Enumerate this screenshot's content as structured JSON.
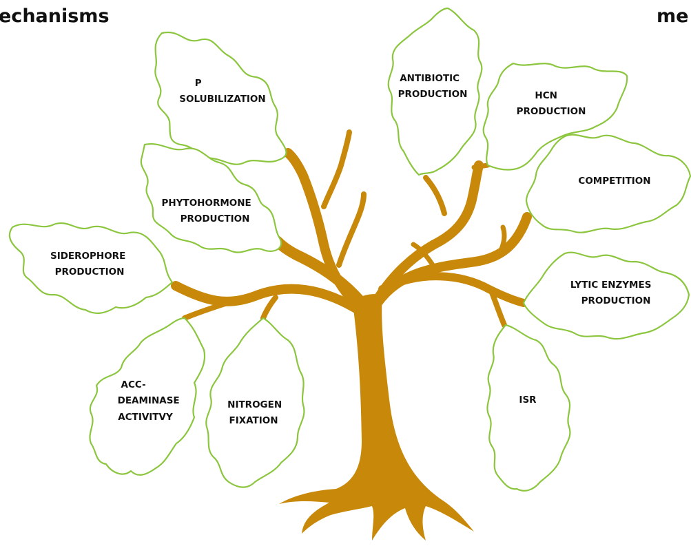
{
  "headings": {
    "left": "echanisms",
    "right": "me"
  },
  "colors": {
    "trunk": "#c8890a",
    "leaf_outline": "#8cc63f",
    "text": "#111111"
  },
  "leaves": {
    "p_solubilization": {
      "lines": [
        "P",
        "SOLUBILIZATION"
      ]
    },
    "phytohormone": {
      "lines": [
        "PHYTOHORMONE",
        "PRODUCTION"
      ]
    },
    "siderophore": {
      "lines": [
        "SIDEROPHORE",
        "PRODUCTION"
      ]
    },
    "acc_deaminase": {
      "lines": [
        "ACC-",
        "DEAMINASE",
        "ACTIVITVY"
      ]
    },
    "nitrogen_fixation": {
      "lines": [
        "NITROGEN",
        "FIXATION"
      ]
    },
    "antibiotic": {
      "lines": [
        "ANTIBIOTIC",
        "PRODUCTION"
      ]
    },
    "hcn": {
      "lines": [
        "HCN",
        "PRODUCTION"
      ]
    },
    "competition": {
      "lines": [
        "COMPETITION"
      ]
    },
    "lytic_enzymes": {
      "lines": [
        "LYTIC ENZYMES",
        "PRODUCTION"
      ]
    },
    "isr": {
      "lines": [
        "ISR"
      ]
    }
  }
}
